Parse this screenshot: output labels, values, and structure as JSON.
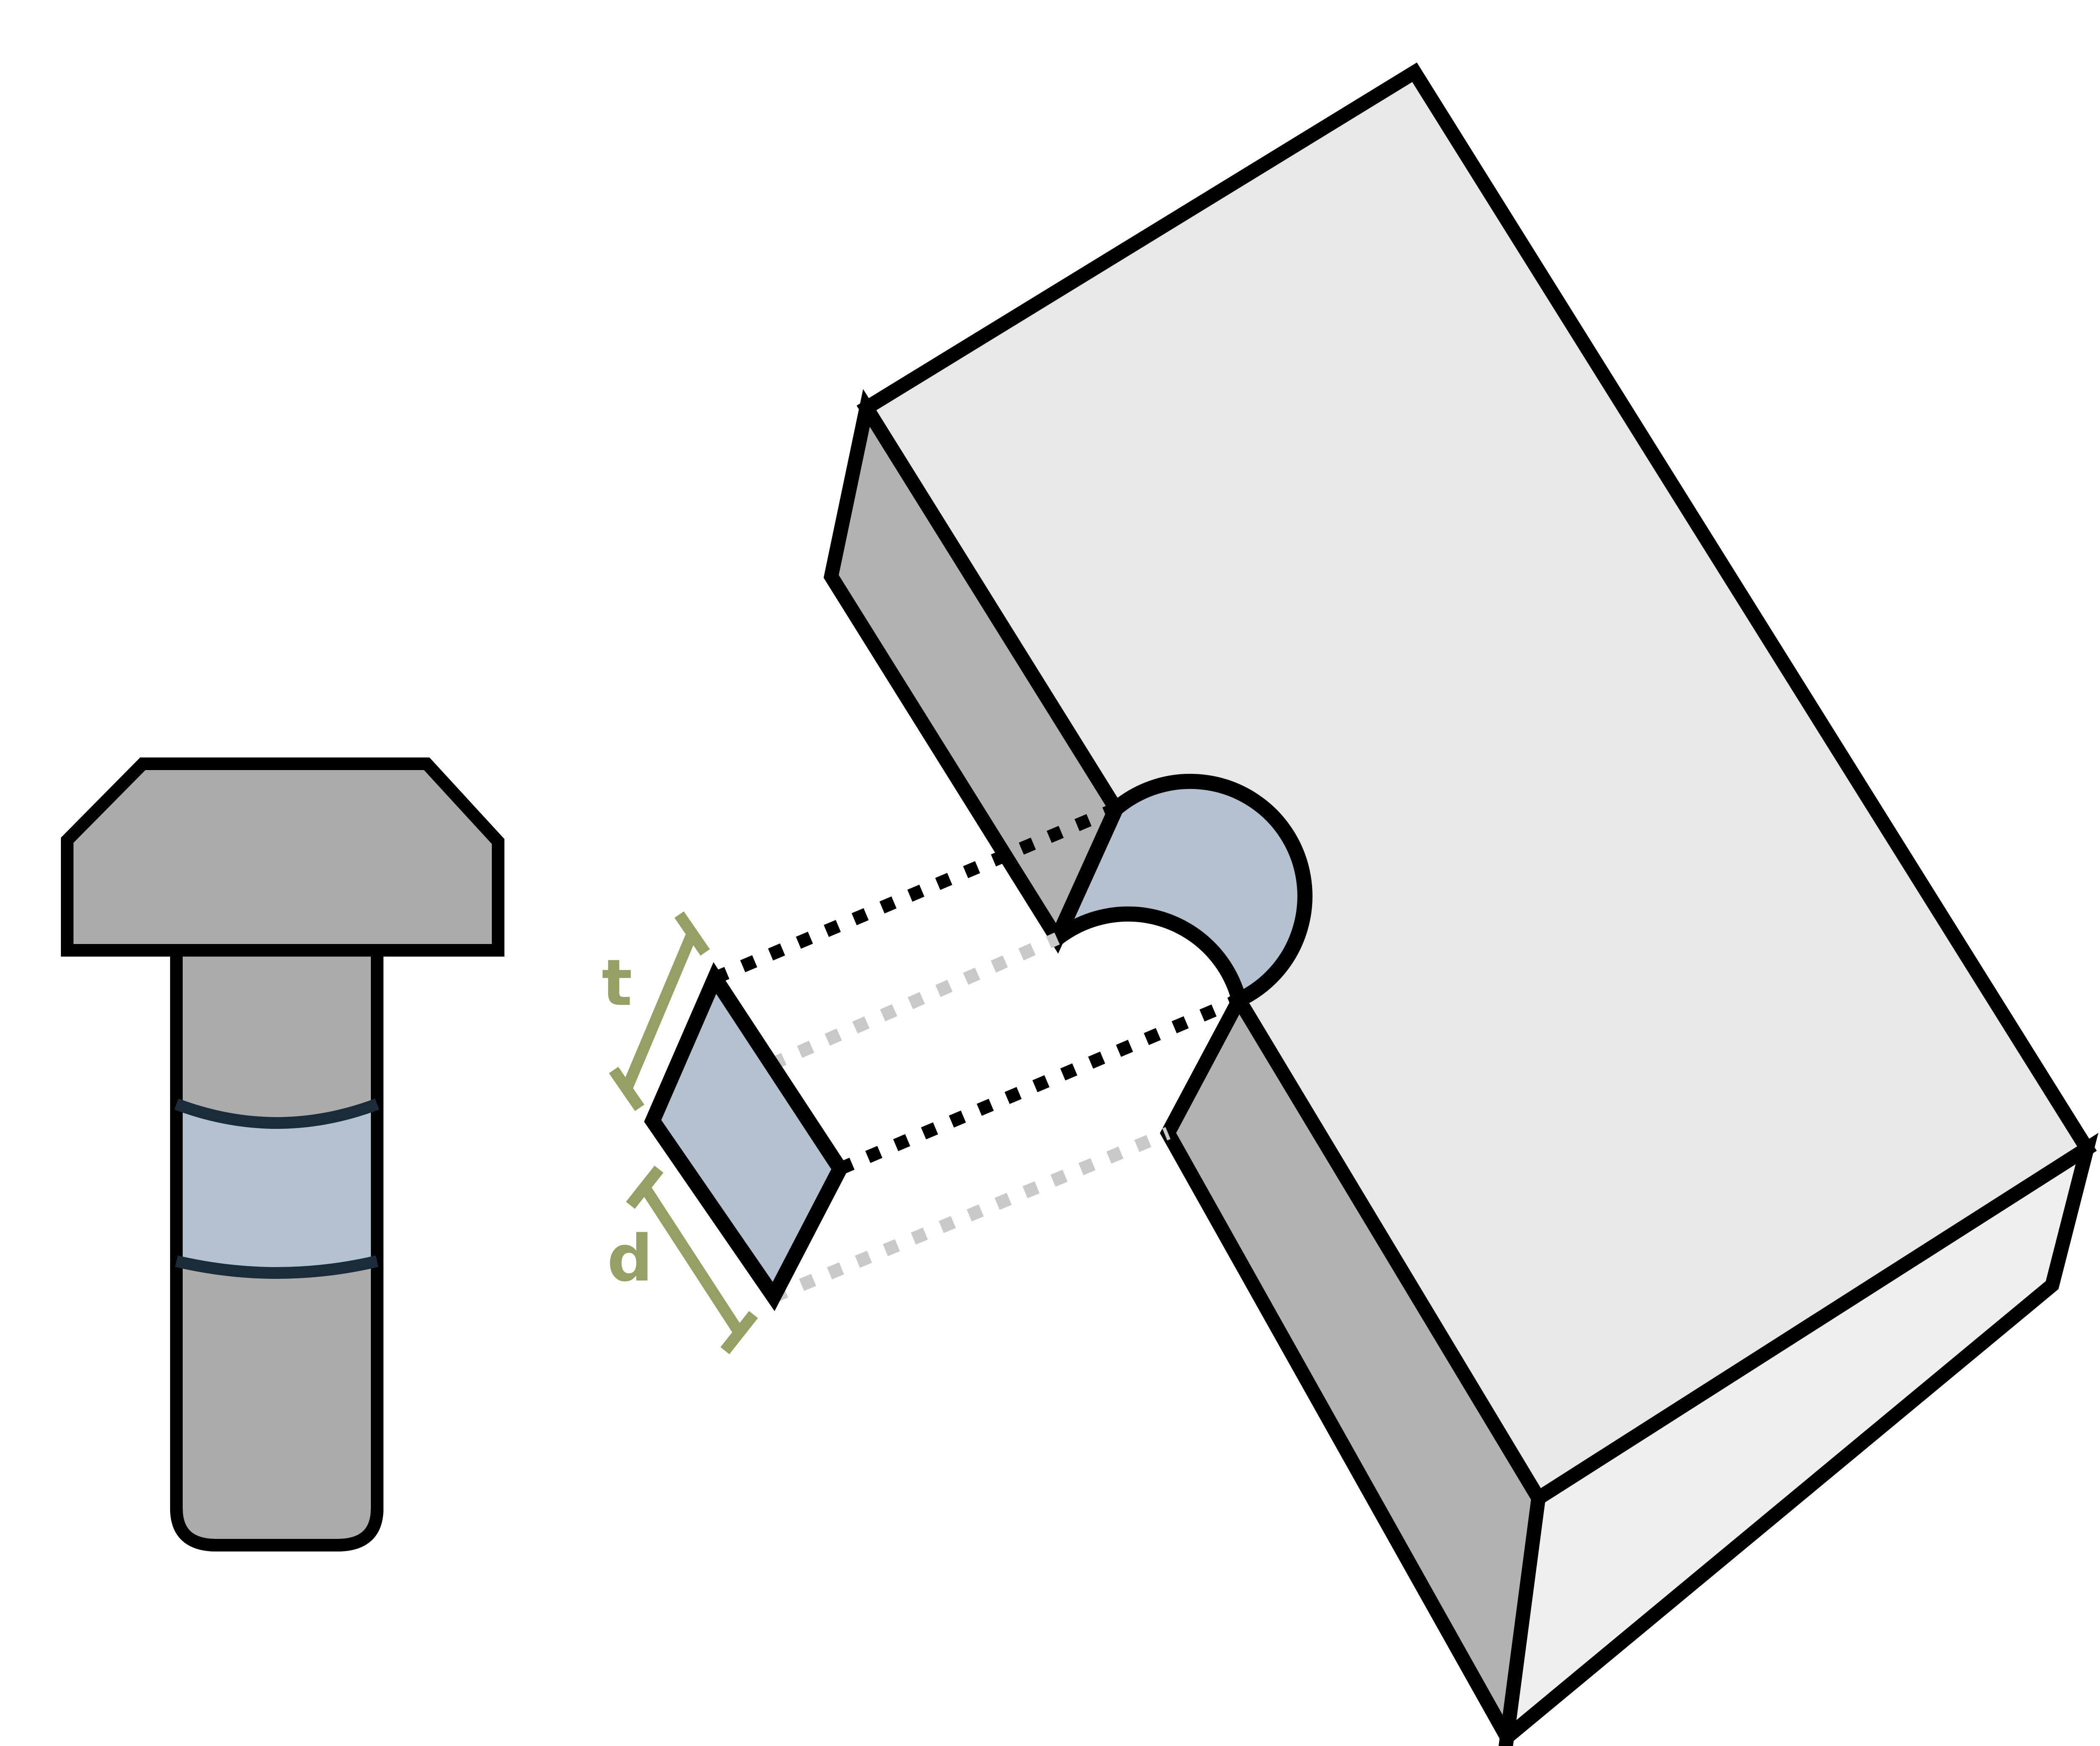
{
  "figure": {
    "kind": "bearing-stress-diagram",
    "labels": {
      "plate_thickness": "t",
      "bolt_diameter": "d"
    },
    "colors": {
      "background": "#FFFFFF",
      "outline": "#000000",
      "bolt_gray": "#ABABAB",
      "plate_top": "#E8E8E8",
      "plate_side": "#B2B2B2",
      "plate_front": "#EFEFEF",
      "bearing_blue": "#B4C2CF",
      "navy": "#1C2B39",
      "olive": "#96A065",
      "hidden_dash_gray": "#C9C9C9"
    }
  }
}
